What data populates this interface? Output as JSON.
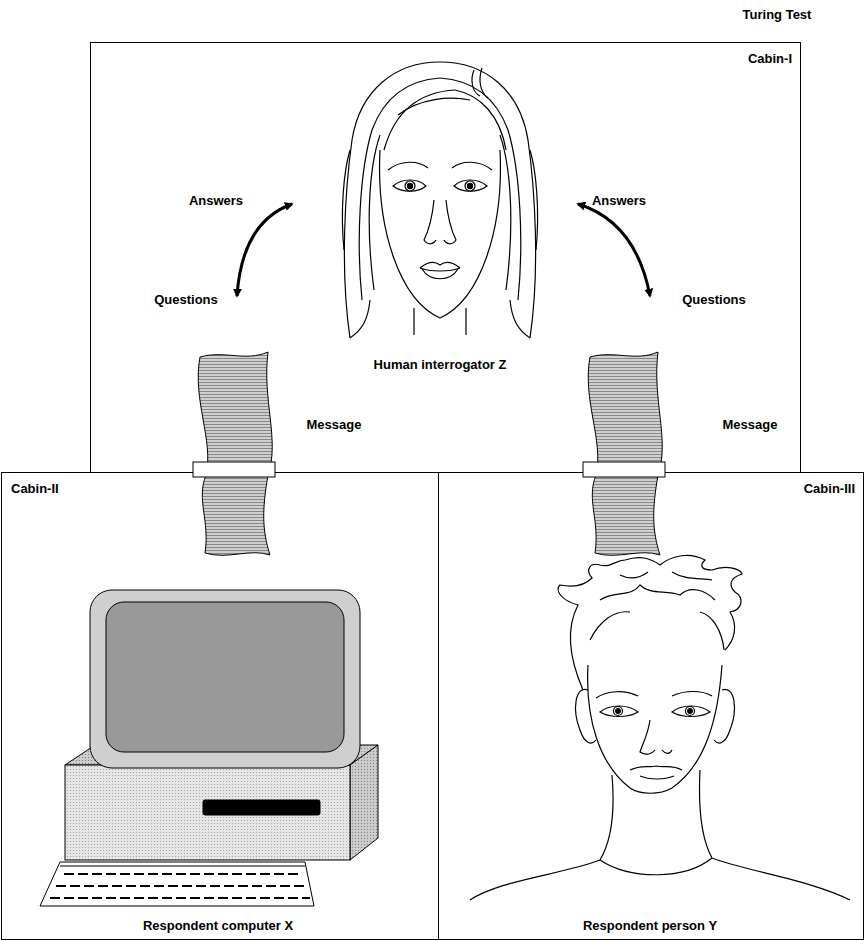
{
  "diagram": {
    "title": "Turing Test",
    "nodes": [
      {
        "text": [
          "Cabin-I"
        ]
      },
      {
        "text": [
          "Cabin-II"
        ]
      },
      {
        "text": [
          "Cabin-III"
        ]
      }
    ],
    "labels": [
      "Answers",
      "Answers",
      "Questions",
      "Questions",
      "Human interrogator Z",
      "Message",
      "Message",
      "Respondent computer X",
      "Respondent person Y"
    ]
  }
}
